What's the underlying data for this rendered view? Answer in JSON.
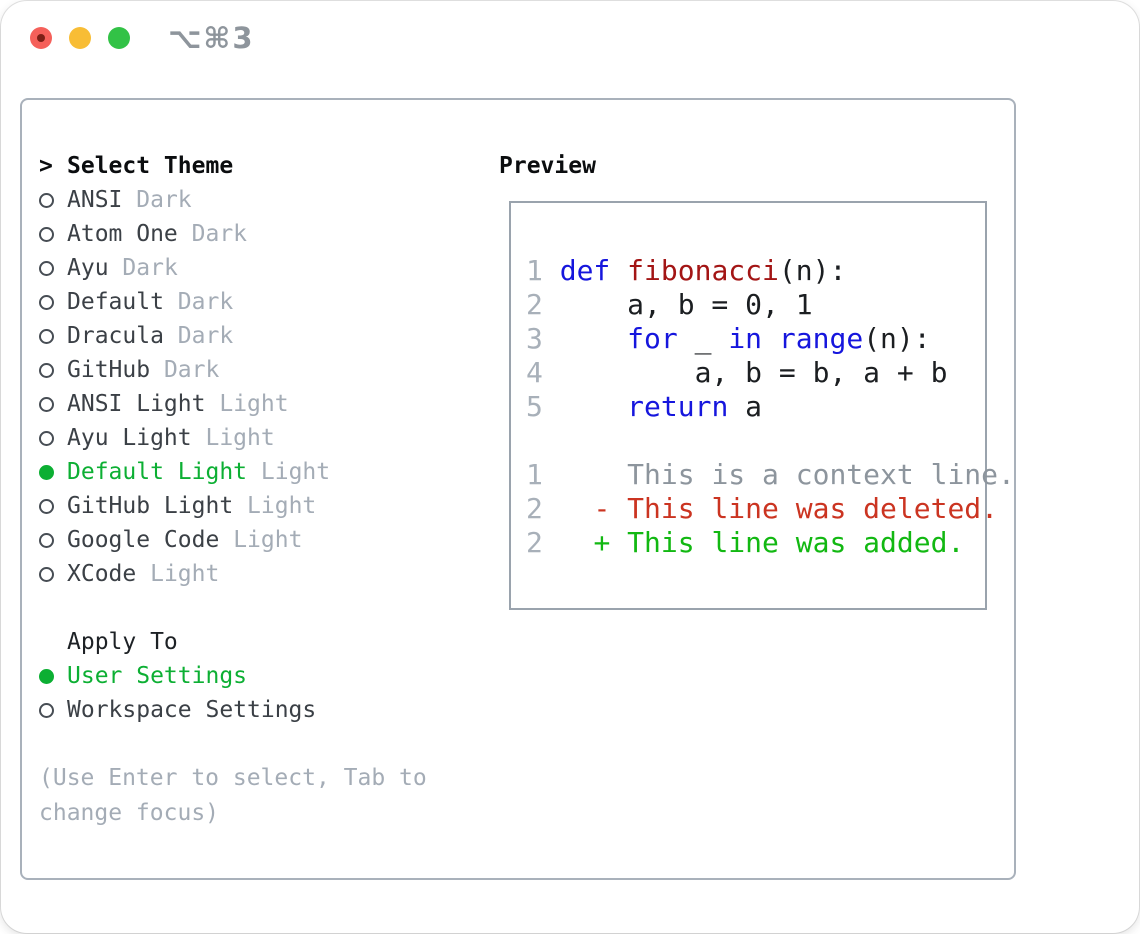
{
  "window": {
    "shortcut": "⌥⌘3",
    "traffic_lights": [
      {
        "name": "close",
        "color": "#f5605a",
        "unsaved_dot": true
      },
      {
        "name": "minimize",
        "color": "#f8bd35"
      },
      {
        "name": "zoom",
        "color": "#32c246"
      }
    ]
  },
  "icons": {
    "radio_unselected": "○",
    "radio_selected": "●",
    "cursor_marker": ">"
  },
  "theme_picker": {
    "title_marker": ">",
    "title": "Select Theme",
    "items": [
      {
        "name": "ANSI",
        "variant": "Dark",
        "selected": false
      },
      {
        "name": "Atom One",
        "variant": "Dark",
        "selected": false
      },
      {
        "name": "Ayu",
        "variant": "Dark",
        "selected": false
      },
      {
        "name": "Default",
        "variant": "Dark",
        "selected": false
      },
      {
        "name": "Dracula",
        "variant": "Dark",
        "selected": false
      },
      {
        "name": "GitHub",
        "variant": "Dark",
        "selected": false
      },
      {
        "name": "ANSI Light",
        "variant": "Light",
        "selected": false
      },
      {
        "name": "Ayu Light",
        "variant": "Light",
        "selected": false
      },
      {
        "name": "Default Light",
        "variant": "Light",
        "selected": true
      },
      {
        "name": "GitHub Light",
        "variant": "Light",
        "selected": false
      },
      {
        "name": "Google Code",
        "variant": "Light",
        "selected": false
      },
      {
        "name": "XCode",
        "variant": "Light",
        "selected": false
      }
    ]
  },
  "apply_to": {
    "title": "Apply To",
    "options": [
      {
        "name": "User Settings",
        "selected": true
      },
      {
        "name": "Workspace Settings",
        "selected": false
      }
    ]
  },
  "help_text": "(Use Enter to select, Tab to change focus)",
  "preview": {
    "title": "Preview",
    "code_lines": [
      {
        "num": "1",
        "tokens": [
          {
            "text": "def",
            "type": "keyword"
          },
          {
            "text": " "
          },
          {
            "text": "fibonacci",
            "type": "function"
          },
          {
            "text": "(n):"
          }
        ]
      },
      {
        "num": "2",
        "tokens": [
          {
            "text": "    a, b = 0, 1"
          }
        ]
      },
      {
        "num": "3",
        "tokens": [
          {
            "text": "    "
          },
          {
            "text": "for",
            "type": "keyword"
          },
          {
            "text": " _ "
          },
          {
            "text": "in",
            "type": "keyword"
          },
          {
            "text": " "
          },
          {
            "text": "range",
            "type": "keyword"
          },
          {
            "text": "(n):"
          }
        ]
      },
      {
        "num": "4",
        "tokens": [
          {
            "text": "        a, b = b, a + b"
          }
        ]
      },
      {
        "num": "5",
        "tokens": [
          {
            "text": "    "
          },
          {
            "text": "return",
            "type": "keyword"
          },
          {
            "text": " a"
          }
        ]
      }
    ],
    "diff_lines": [
      {
        "num": "1",
        "marker": " ",
        "text": "This is a context line.",
        "type": "context"
      },
      {
        "num": "2",
        "marker": "-",
        "text": "This line was deleted.",
        "type": "deleted"
      },
      {
        "num": "2",
        "marker": "+",
        "text": "This line was added.",
        "type": "added"
      }
    ]
  },
  "colors": {
    "selected_green": "#0caf33",
    "diff_added_green": "#12b812",
    "diff_deleted_red": "#cb3421",
    "keyword_blue": "#1616dd",
    "function_red": "#a31515",
    "muted_gray": "#a4acb6",
    "text_dark": "#3b4046",
    "panel_border": "#a9b1bb"
  }
}
